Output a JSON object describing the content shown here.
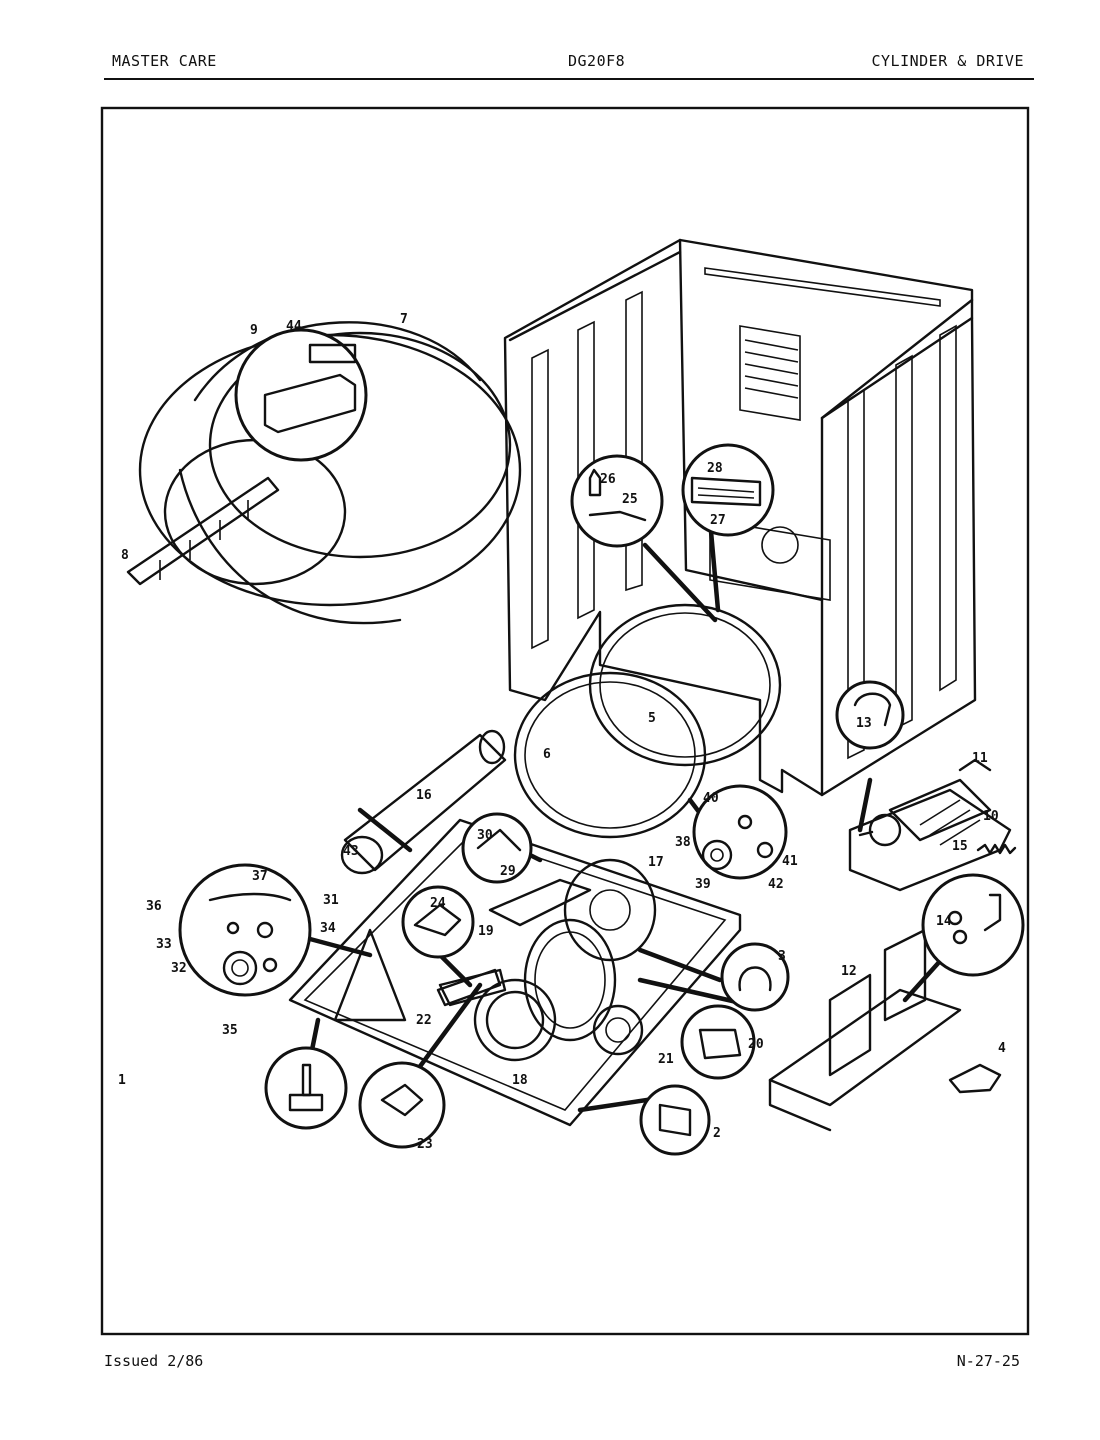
{
  "header": {
    "left": "MASTER CARE",
    "center": "DG20F8",
    "right": "CYLINDER & DRIVE"
  },
  "footer": {
    "left": "Issued 2/86",
    "right": "N-27-25"
  },
  "parts": {
    "p1": "1",
    "p2": "2",
    "p3": "3",
    "p4": "4",
    "p5": "5",
    "p6": "6",
    "p7": "7",
    "p8": "8",
    "p9": "9",
    "p10": "10",
    "p11": "11",
    "p12": "12",
    "p13": "13",
    "p14": "14",
    "p15": "15",
    "p16": "16",
    "p17": "17",
    "p18": "18",
    "p19": "19",
    "p20": "20",
    "p21": "21",
    "p22": "22",
    "p23": "23",
    "p24": "24",
    "p25": "25",
    "p26": "26",
    "p27": "27",
    "p28": "28",
    "p29": "29",
    "p30": "30",
    "p31": "31",
    "p32": "32",
    "p33": "33",
    "p34": "34",
    "p35": "35",
    "p36": "36",
    "p37": "37",
    "p38": "38",
    "p39": "39",
    "p40": "40",
    "p41": "41",
    "p42": "42",
    "p43": "43",
    "p44": "44"
  }
}
